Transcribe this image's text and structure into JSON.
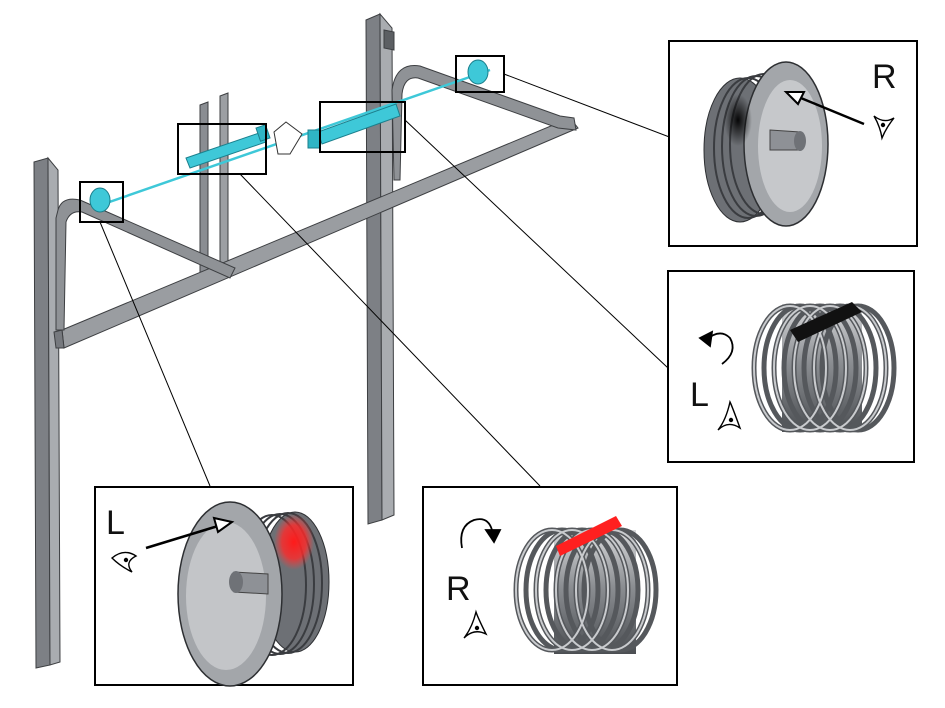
{
  "callouts": {
    "drum_right": {
      "letter": "R"
    },
    "spring_left": {
      "letter": "L"
    },
    "drum_left": {
      "letter": "L"
    },
    "spring_right": {
      "letter": "R"
    }
  },
  "colors": {
    "shaft": "#3ec8d8",
    "rail": "#8a8d92",
    "metal": "#9a9ca0",
    "highlight_red": "#ff2020",
    "highlight_dark": "#101010"
  },
  "icons": [
    "eye-icon",
    "rotation-arrow-icon",
    "pointer-arrow-icon"
  ]
}
